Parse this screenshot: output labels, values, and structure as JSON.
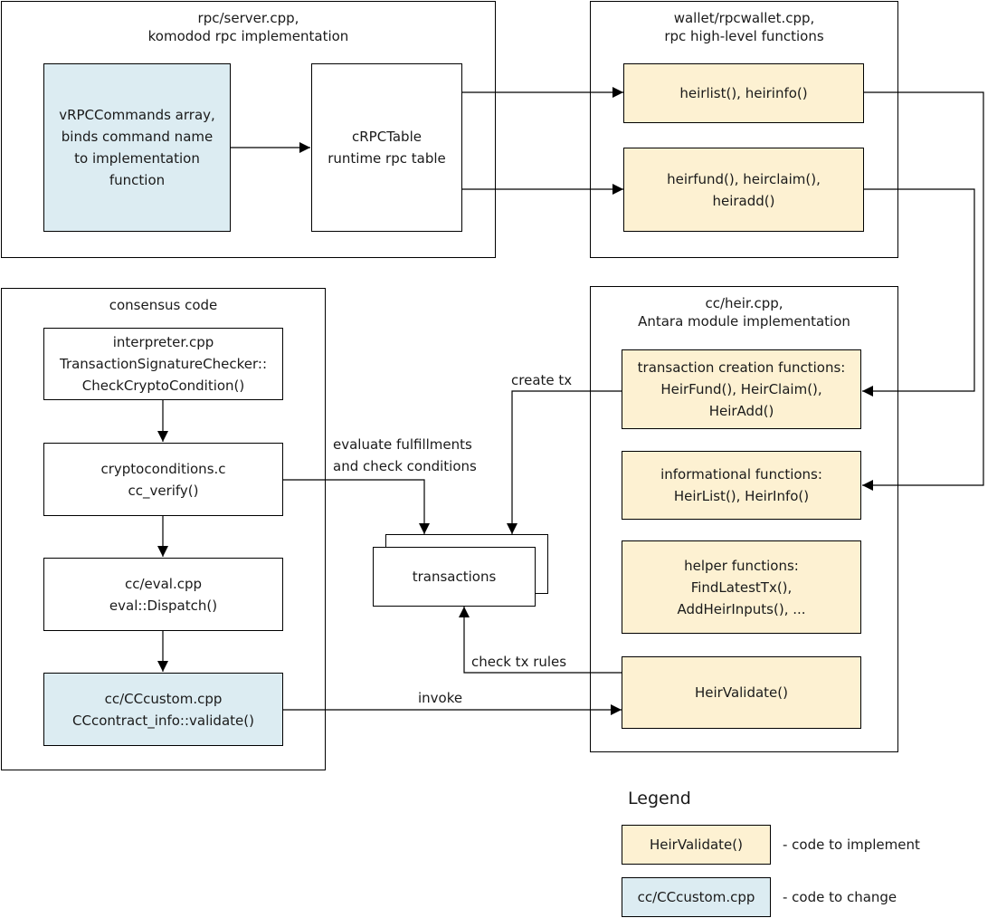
{
  "groups": {
    "rpc_server": {
      "title": [
        "rpc/server.cpp,",
        "komodod rpc implementation"
      ]
    },
    "rpc_wallet": {
      "title": [
        "wallet/rpcwallet.cpp,",
        "rpc high-level functions"
      ]
    },
    "consensus": {
      "title": [
        "consensus code"
      ]
    },
    "heir_module": {
      "title": [
        "cc/heir.cpp,",
        "Antara module implementation"
      ]
    }
  },
  "nodes": {
    "vrpccommands": {
      "lines": [
        "vRPCCommands array,",
        "binds command name",
        "to implementation",
        "function"
      ],
      "style": "code to change"
    },
    "crpctable": {
      "lines": [
        "cRPCTable",
        "runtime rpc table"
      ],
      "style": "plain"
    },
    "heirlist_rpc": {
      "lines": [
        "heirlist(), heirinfo()"
      ],
      "style": "code to implement"
    },
    "heirfund_rpc": {
      "lines": [
        "heirfund(), heirclaim(),",
        "heiradd()"
      ],
      "style": "code to implement"
    },
    "interpreter": {
      "lines": [
        "interpreter.cpp",
        "TransactionSignatureChecker::",
        "CheckCryptoCondition()"
      ],
      "style": "plain"
    },
    "cryptoconditions": {
      "lines": [
        "cryptoconditions.c",
        "cc_verify()"
      ],
      "style": "plain"
    },
    "eval": {
      "lines": [
        "cc/eval.cpp",
        "eval::Dispatch()"
      ],
      "style": "plain"
    },
    "cccustom": {
      "lines": [
        "cc/CCcustom.cpp",
        "CCcontract_info::validate()"
      ],
      "style": "code to change"
    },
    "transactions": {
      "lines": [
        "transactions"
      ],
      "style": "plain"
    },
    "tx_creation": {
      "lines": [
        "transaction creation functions:",
        "HeirFund(), HeirClaim(),",
        "HeirAdd()"
      ],
      "style": "code to implement"
    },
    "informational": {
      "lines": [
        "informational functions:",
        "HeirList(), HeirInfo()"
      ],
      "style": "code to implement"
    },
    "helpers": {
      "lines": [
        "helper functions:",
        "FindLatestTx(),",
        "AddHeirInputs(), ..."
      ],
      "style": "code to implement"
    },
    "heirvalidate": {
      "lines": [
        "HeirValidate()"
      ],
      "style": "code to implement"
    }
  },
  "edge_labels": {
    "create_tx": "create tx",
    "evaluate": [
      "evaluate fulfillments",
      "and check conditions"
    ],
    "check_rules": "check tx rules",
    "invoke": "invoke"
  },
  "legend": {
    "title": "Legend",
    "items": [
      {
        "sample": "HeirValidate()",
        "text": "- code to implement",
        "color": "#fdf1d2"
      },
      {
        "sample": "cc/CCcustom.cpp",
        "text": "- code to change",
        "color": "#dcecf2"
      }
    ]
  },
  "colors": {
    "implement": "#fdf1d2",
    "change": "#dcecf2",
    "line": "#000000"
  }
}
